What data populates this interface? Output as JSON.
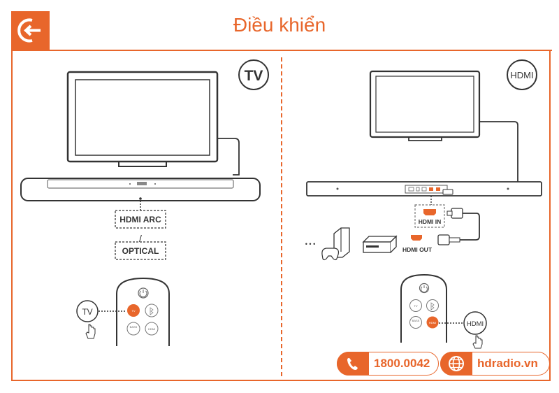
{
  "header": {
    "title": "Điều khiển",
    "back_icon": "back-arrow-icon",
    "accent": "#e8662b"
  },
  "left_panel": {
    "mode_badge": "TV",
    "port_primary": "HDMI ARC",
    "separator": "/",
    "port_secondary": "OPTICAL",
    "remote_tv_button": "TV",
    "remote_bass_button": "BASS",
    "remote_hdmi_button": "HDMI",
    "callout_label": "TV"
  },
  "right_panel": {
    "mode_badge": "HDMI",
    "port_in": "HDMI IN",
    "port_out": "HDMI OUT",
    "ellipsis": "• • •",
    "remote_tv_button": "TV",
    "remote_bass_button": "BASS",
    "remote_hdmi_button": "HDMI",
    "callout_label": "HDMI"
  },
  "footer": {
    "phone": "1800.0042",
    "website": "hdradio.vn"
  }
}
